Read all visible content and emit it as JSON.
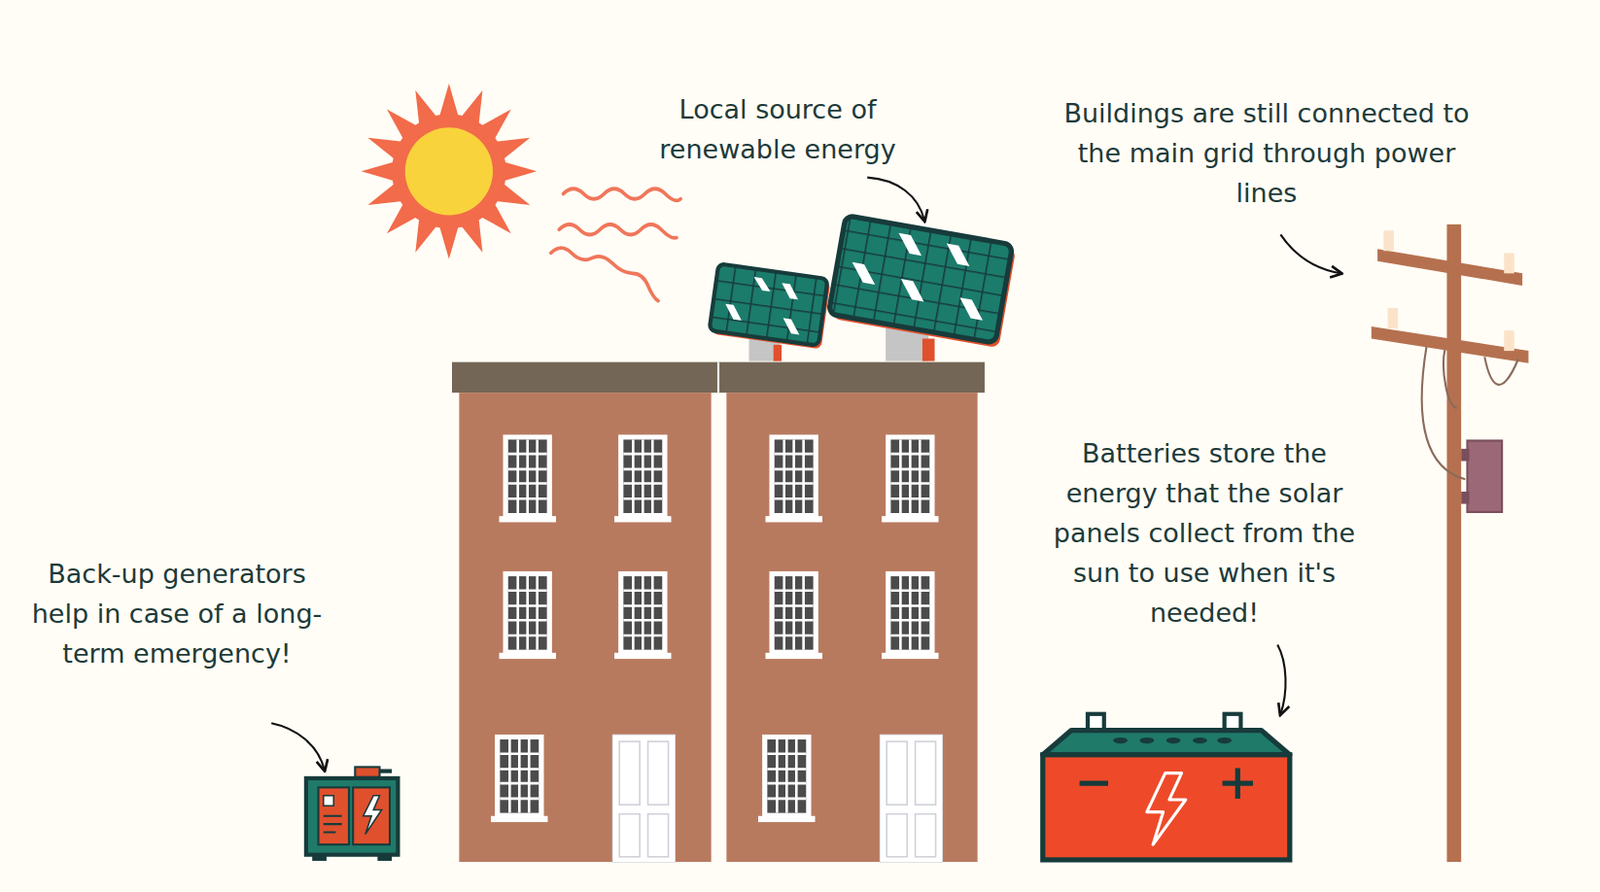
{
  "diagram": {
    "labels": [
      "Local source of renewable energy",
      "Buildings are still connected to the main grid through power lines",
      "Batteries store the energy that the solar panels collect from the sun to use when it's needed!",
      "Back-up generators help in case of a long-term emergency!"
    ]
  }
}
